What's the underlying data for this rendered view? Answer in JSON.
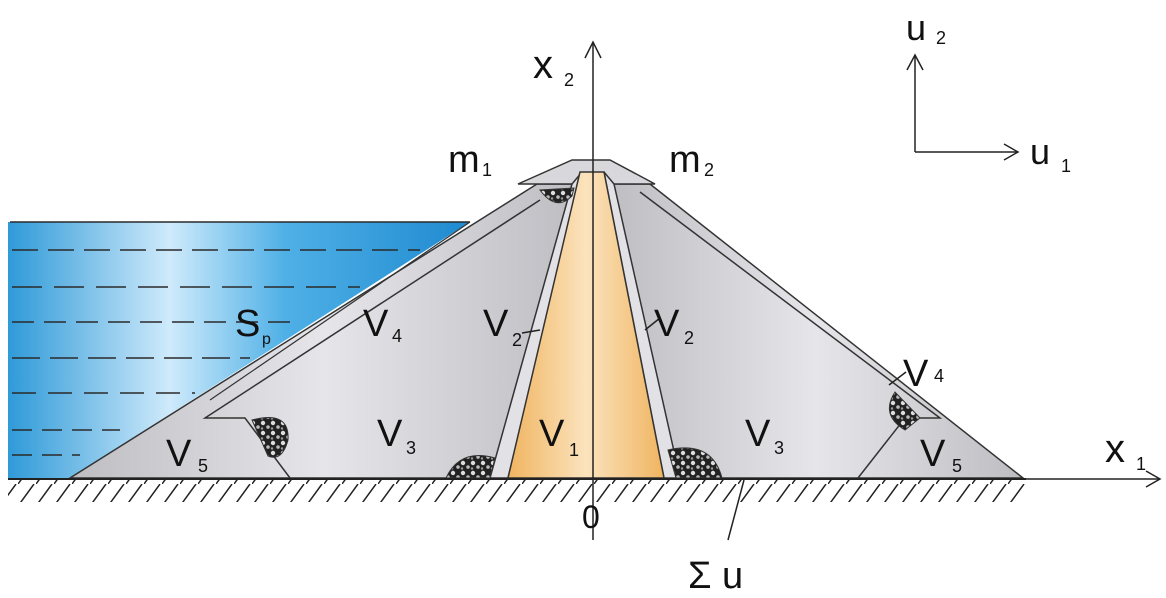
{
  "labels": {
    "x2": {
      "main": "x",
      "sub": "2"
    },
    "x1": {
      "main": "x",
      "sub": "1"
    },
    "u2": {
      "main": "u",
      "sub": "2"
    },
    "u1": {
      "main": "u",
      "sub": "1"
    },
    "m1": {
      "main": "m",
      "sub": "1"
    },
    "m2": {
      "main": "m",
      "sub": "2"
    },
    "sp": {
      "main": "S",
      "sub": "p"
    },
    "v4_left": {
      "main": "V",
      "sub": "4"
    },
    "v2_left": {
      "main": "V",
      "sub": "2"
    },
    "v2_right": {
      "main": "V",
      "sub": "2"
    },
    "v4_right": {
      "main": "V",
      "sub": "4"
    },
    "v5_left": {
      "main": "V",
      "sub": "5"
    },
    "v3_left": {
      "main": "V",
      "sub": "3"
    },
    "v1": {
      "main": "V",
      "sub": "1"
    },
    "v3_right": {
      "main": "V",
      "sub": "3"
    },
    "v5_right": {
      "main": "V",
      "sub": "5"
    },
    "origin": "0",
    "sigma_u": "Σ u"
  },
  "colors": {
    "water": "#3aa6e0",
    "core": "#f5c27a",
    "shell": "#cfcfd3",
    "outline": "#3a3a3a"
  }
}
